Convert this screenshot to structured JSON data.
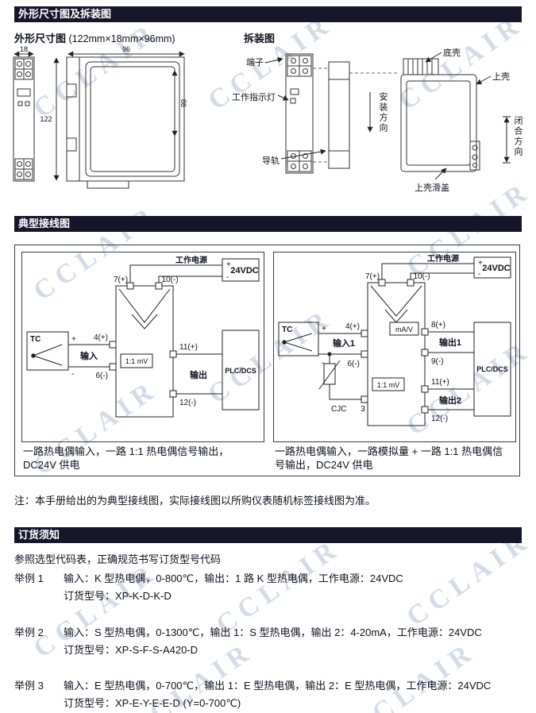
{
  "watermark": "CCLAIR",
  "dim_section": {
    "header": "外形尺寸图及拆装图",
    "title": "外形尺寸图",
    "size": "(122mm×18mm×96mm)",
    "disassembly_title": "拆装图",
    "width_front": "18",
    "width_side": "96",
    "height": "122",
    "height_inner": "88",
    "labels": {
      "terminal": "端子",
      "indicator": "工作指示灯",
      "rail": "导轨",
      "bottom_shell": "底壳",
      "top_shell": "上壳",
      "install_direction": "安装方向",
      "close_direction": "闭合方向",
      "slide_cover": "上壳滑盖"
    }
  },
  "wiring_section": {
    "header": "典型接线图",
    "note": "注：本手册给出的为典型接线图，实际接线图以所购仪表随机标签接线图为准。",
    "d1": {
      "power": "工作电源",
      "vdc": "24VDC",
      "plus": "+",
      "minus": "-",
      "tc": "TC",
      "t7": "7(+)",
      "t10": "10(-)",
      "t4": "4(+)",
      "t6": "6(-)",
      "t11": "11(+)",
      "t12": "12(-)",
      "input": "输入",
      "output": "输出",
      "mv": "1:1 mV",
      "plc": "PLC/DCS",
      "caption": "一路热电偶输入，一路 1:1 热电偶信号输出，DC24V 供电"
    },
    "d2": {
      "power": "工作电源",
      "vdc": "24VDC",
      "plus": "+",
      "minus": "-",
      "tc": "TC",
      "t7": "7(+)",
      "t10": "10(-)",
      "t4": "4(+)",
      "t6": "6(-)",
      "t8": "8(+)",
      "t9": "9(-)",
      "t11": "11(+)",
      "t12": "12(-)",
      "input1": "输入1",
      "output1": "输出1",
      "output2": "输出2",
      "amv": "mA/V",
      "mv": "1:1 mV",
      "cjc": "CJC",
      "cjc_terminal": "3",
      "plc": "PLC/DCS",
      "caption": "一路热电偶输入，一路模拟量 + 一路 1:1 热电偶信号输出，DC24V 供电"
    }
  },
  "order_section": {
    "header": "订货须知",
    "intro": "参照选型代码表，正确规范书写订货型号代码",
    "examples": [
      {
        "label": "举例 1",
        "desc": "输入：K 型热电偶，0-800℃，输出：1 路 K 型热电偶，工作电源：24VDC",
        "model": "订货型号：XP-K-D-K-D"
      },
      {
        "label": "举例 2",
        "desc": "输入：S 型热电偶，0-1300℃，输出 1：S 型热电偶，输出 2：4-20mA，工作电源：24VDC",
        "model": "订货型号：XP-S-F-S-A420-D"
      },
      {
        "label": "举例 3",
        "desc": "输入：E 型热电偶，0-700℃，输出 1：E 型热电偶，输出 2：E 型热电偶，工作电源：24VDC",
        "model": "订货型号：XP-E-Y-E-E-D (Y=0-700℃)"
      }
    ]
  }
}
